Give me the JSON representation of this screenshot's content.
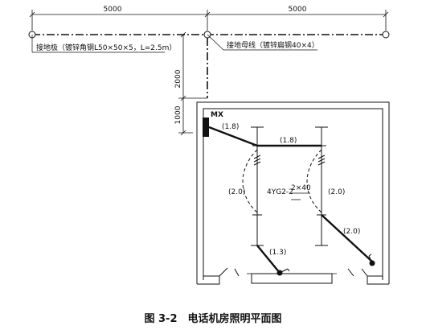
{
  "dimensions": {
    "top_left_span": "5000",
    "top_right_span": "5000",
    "vertical_drop": "2000",
    "vertical_offset": "1000"
  },
  "annotations": {
    "ground_rod": "接地极（镀锌角钢L50×50×5，L=2.5m）",
    "ground_bus": "接地母线（镀锌扁钢40×4）",
    "panel": "MX",
    "lamp_spec": "4YG2-2",
    "lamp_mount": "2×40",
    "run_panel": "(1.8)",
    "run_top": "(1.8)",
    "run_arc_left": "(2.0)",
    "run_arc_right": "(2.0)",
    "run_switch_left": "(1.3)",
    "run_switch_right": "(2.0)"
  },
  "caption": "图 3-2　电话机房照明平面图"
}
